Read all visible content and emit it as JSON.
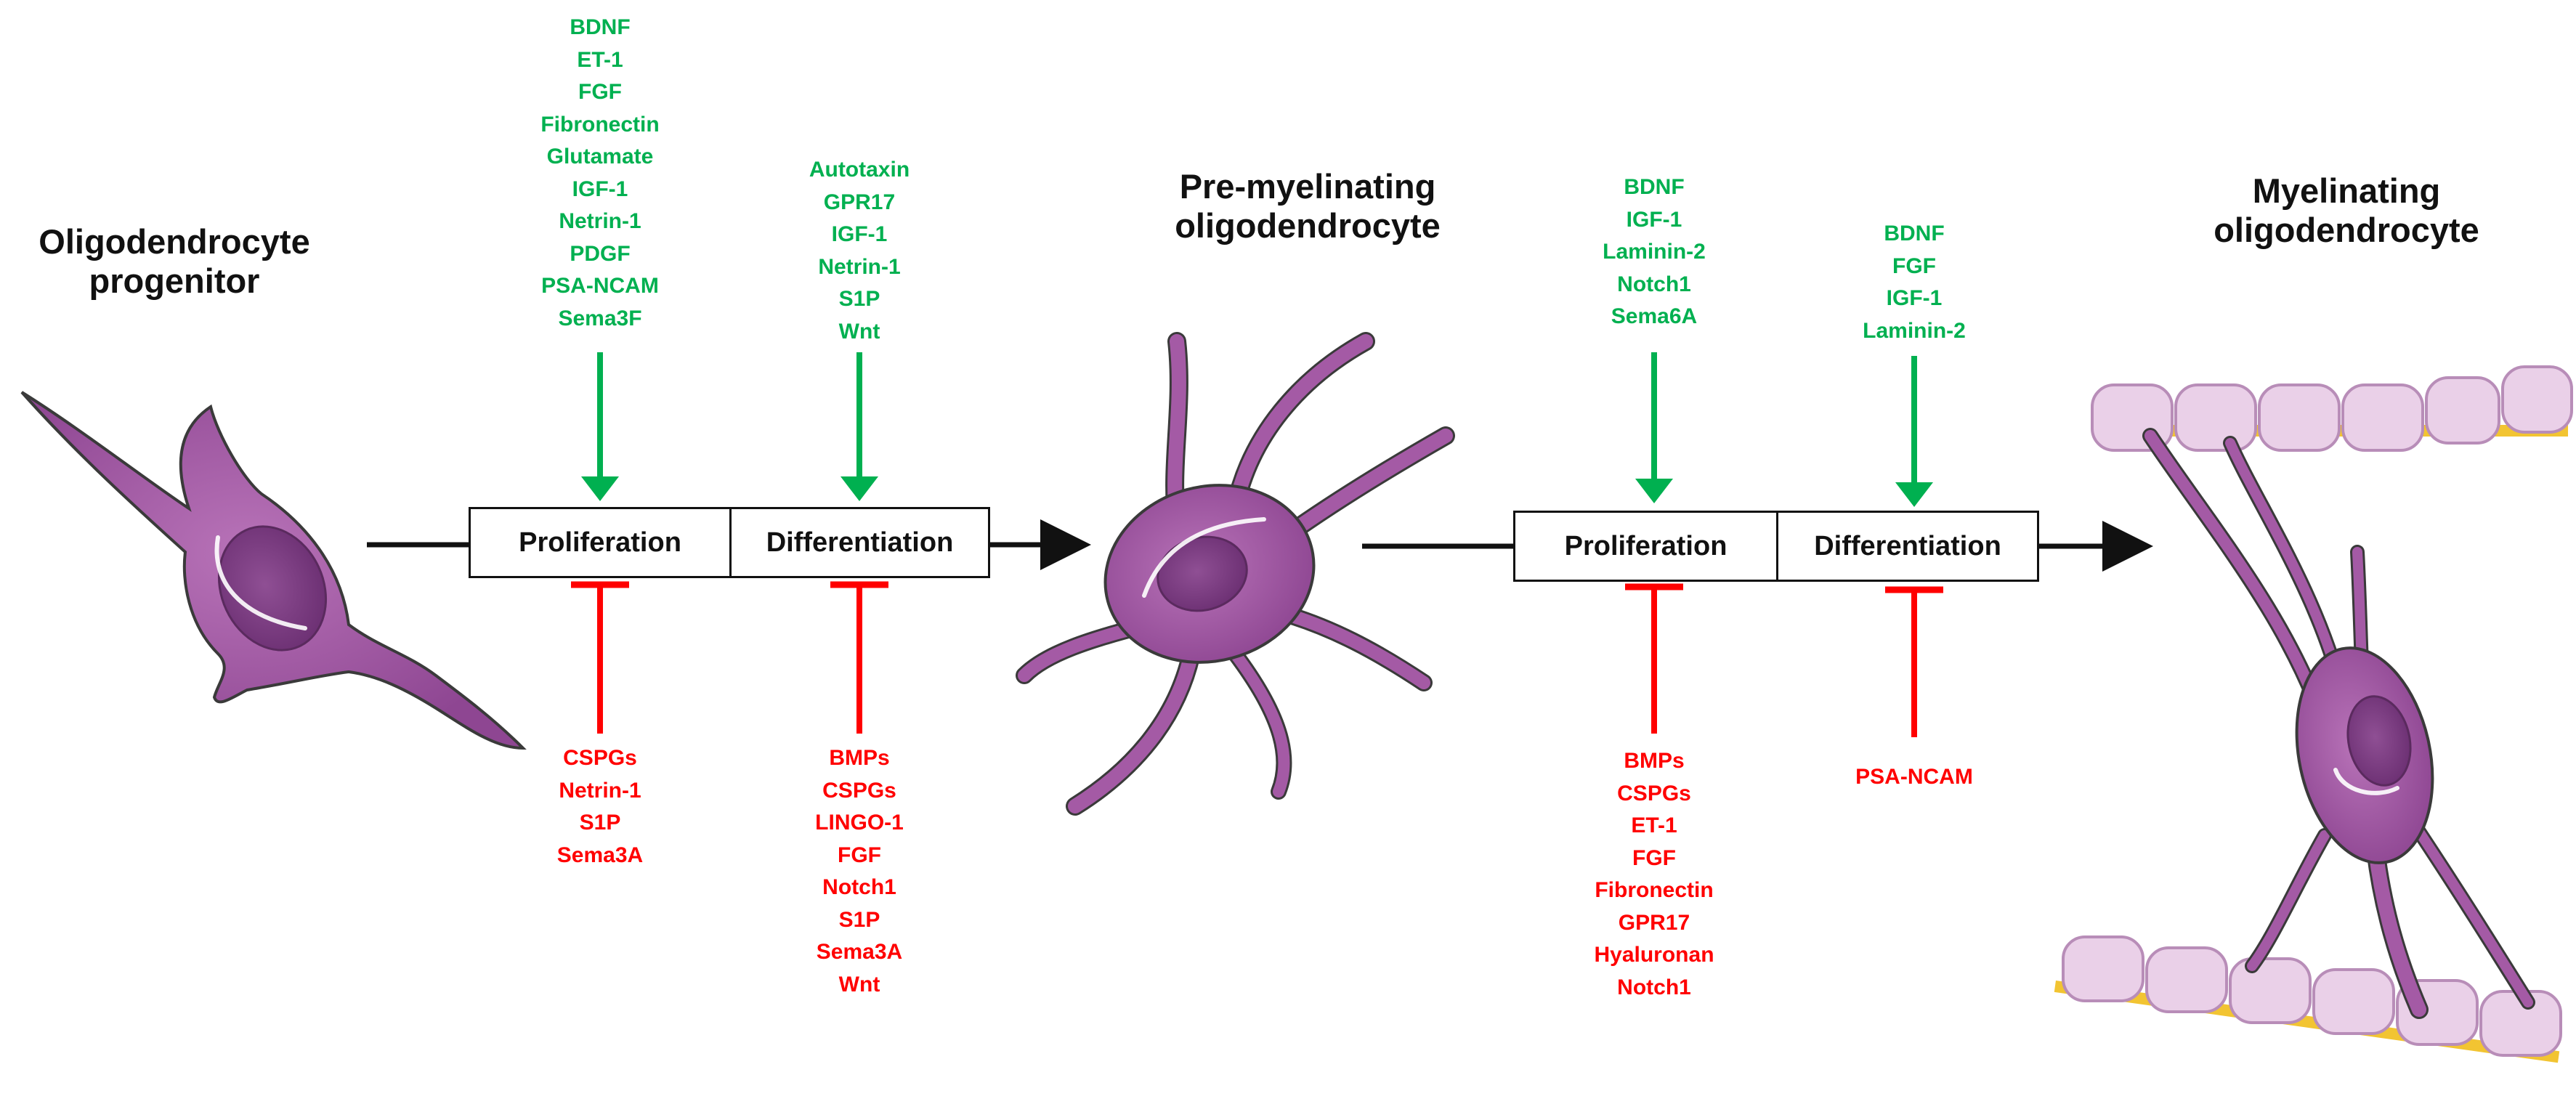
{
  "stages": {
    "progenitor": {
      "line1": "Oligodendrocyte",
      "line2": "progenitor"
    },
    "pre_myelinating": {
      "line1": "Pre-myelinating",
      "line2": "oligodendrocyte"
    },
    "myelinating": {
      "line1": "Myelinating",
      "line2": "oligodendrocyte"
    }
  },
  "transitions": [
    {
      "proliferation_label": "Proliferation",
      "differentiation_label": "Differentiation",
      "proliferation_promoters": [
        "BDNF",
        "ET-1",
        "FGF",
        "Fibronectin",
        "Glutamate",
        "IGF-1",
        "Netrin-1",
        "PDGF",
        "PSA-NCAM",
        "Sema3F"
      ],
      "differentiation_promoters": [
        "Autotaxin",
        "GPR17",
        "IGF-1",
        "Netrin-1",
        "S1P",
        "Wnt"
      ],
      "proliferation_inhibitors": [
        "CSPGs",
        "Netrin-1",
        "S1P",
        "Sema3A"
      ],
      "differentiation_inhibitors": [
        "BMPs",
        "CSPGs",
        "LINGO-1",
        "FGF",
        "Notch1",
        "S1P",
        "Sema3A",
        "Wnt"
      ]
    },
    {
      "proliferation_label": "Proliferation",
      "differentiation_label": "Differentiation",
      "proliferation_promoters": [
        "BDNF",
        "IGF-1",
        "Laminin-2",
        "Notch1",
        "Sema6A"
      ],
      "differentiation_promoters": [
        "BDNF",
        "FGF",
        "IGF-1",
        "Laminin-2"
      ],
      "proliferation_inhibitors": [
        "BMPs",
        "CSPGs",
        "ET-1",
        "FGF",
        "Fibronectin",
        "GPR17",
        "Hyaluronan",
        "Notch1"
      ],
      "differentiation_inhibitors": [
        "PSA-NCAM"
      ]
    }
  ],
  "colors": {
    "promote": "#00b050",
    "inhibit": "#ff0000",
    "cell_body": "#a45aa5",
    "cell_dark": "#7c3b80",
    "outline": "#3a3a3a",
    "myelin": "#ead0e8"
  }
}
